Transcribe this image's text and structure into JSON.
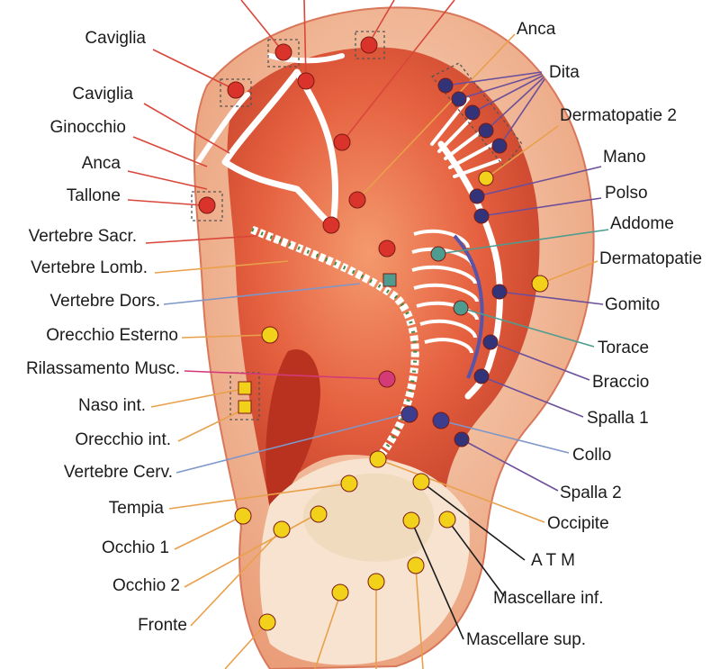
{
  "colors": {
    "background": "#ffffff",
    "ear_outer": "#f3c9a8",
    "ear_inner": "#e5603f",
    "ear_deep": "#c93a26",
    "lobe": "#f7e3cf",
    "point_red": "#d9332b",
    "point_yellow": "#f2d11b",
    "point_navy": "#33337a",
    "point_teal": "#4e9c90",
    "point_pink": "#d43a78",
    "leader_red": "#d9463a",
    "leader_orange": "#e9a04a",
    "leader_purple": "#6b4f9a",
    "leader_blue": "#7e96c8",
    "text": "#1b1b1b"
  },
  "labels": {
    "caviglia_top": "Caviglia",
    "caviglia": "Caviglia",
    "ginocchio": "Ginocchio",
    "anca_left": "Anca",
    "tallone": "Tallone",
    "vertebre_sacr": "Vertebre Sacr.",
    "vertebre_lomb": "Vertebre Lomb.",
    "vertebre_dors": "Vertebre Dors.",
    "orecchio_esterno": "Orecchio Esterno",
    "rilassamento_musc": "Rilassamento Musc.",
    "naso_int": "Naso int.",
    "orecchio_int": "Orecchio int.",
    "vertebre_cerv": "Vertebre Cerv.",
    "tempia": "Tempia",
    "occhio_1": "Occhio 1",
    "occhio_2": "Occhio 2",
    "fronte": "Fronte",
    "anca_right": "Anca",
    "dita": "Dita",
    "dermatopatie_2": "Dermatopatie 2",
    "mano": "Mano",
    "polso": "Polso",
    "addome": "Addome",
    "dermatopatie": "Dermatopatie",
    "gomito": "Gomito",
    "torace": "Torace",
    "braccio": "Braccio",
    "spalla_1": "Spalla 1",
    "collo": "Collo",
    "spalla_2": "Spalla 2",
    "occipite": "Occipite",
    "atm": "A T M",
    "mascellare_inf": "Mascellare inf.",
    "mascellare_sup": "Mascellare sup."
  }
}
